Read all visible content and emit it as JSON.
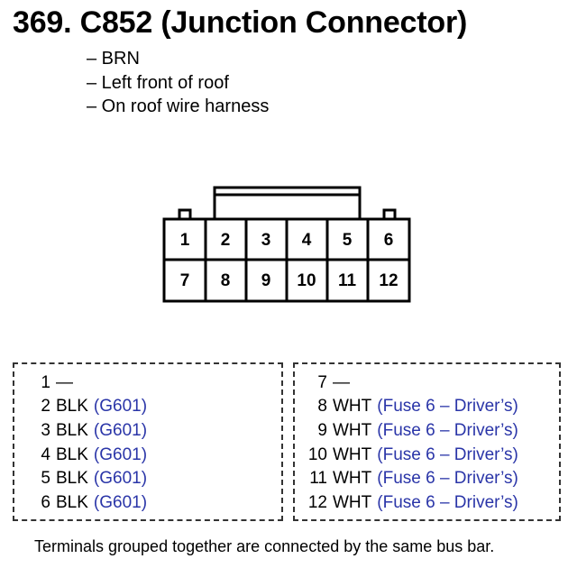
{
  "header": {
    "title": "369. C852 (Junction Connector)"
  },
  "notes": [
    "– BRN",
    "– Left front of roof",
    "– On roof wire harness"
  ],
  "connector": {
    "top_row": [
      "1",
      "2",
      "3",
      "4",
      "5",
      "6"
    ],
    "bottom_row": [
      "7",
      "8",
      "9",
      "10",
      "11",
      "12"
    ]
  },
  "pin_groups": [
    {
      "pins": [
        {
          "num": "1",
          "wire": "—",
          "dest": ""
        },
        {
          "num": "2",
          "wire": "BLK",
          "dest": "(G601)"
        },
        {
          "num": "3",
          "wire": "BLK",
          "dest": "(G601)"
        },
        {
          "num": "4",
          "wire": "BLK",
          "dest": "(G601)"
        },
        {
          "num": "5",
          "wire": "BLK",
          "dest": "(G601)"
        },
        {
          "num": "6",
          "wire": "BLK",
          "dest": "(G601)"
        }
      ]
    },
    {
      "pins": [
        {
          "num": "7",
          "wire": "—",
          "dest": ""
        },
        {
          "num": "8",
          "wire": "WHT",
          "dest": "(Fuse 6 – Driver’s)"
        },
        {
          "num": "9",
          "wire": "WHT",
          "dest": "(Fuse 6 – Driver’s)"
        },
        {
          "num": "10",
          "wire": "WHT",
          "dest": "(Fuse 6 – Driver’s)"
        },
        {
          "num": "11",
          "wire": "WHT",
          "dest": "(Fuse 6 – Driver’s)"
        },
        {
          "num": "12",
          "wire": "WHT",
          "dest": "(Fuse 6 – Driver’s)"
        }
      ]
    }
  ],
  "footnote": "Terminals grouped together are connected by the same bus bar.",
  "colors": {
    "text": "#000000",
    "destination_link": "#2a35a8",
    "background": "#ffffff"
  }
}
